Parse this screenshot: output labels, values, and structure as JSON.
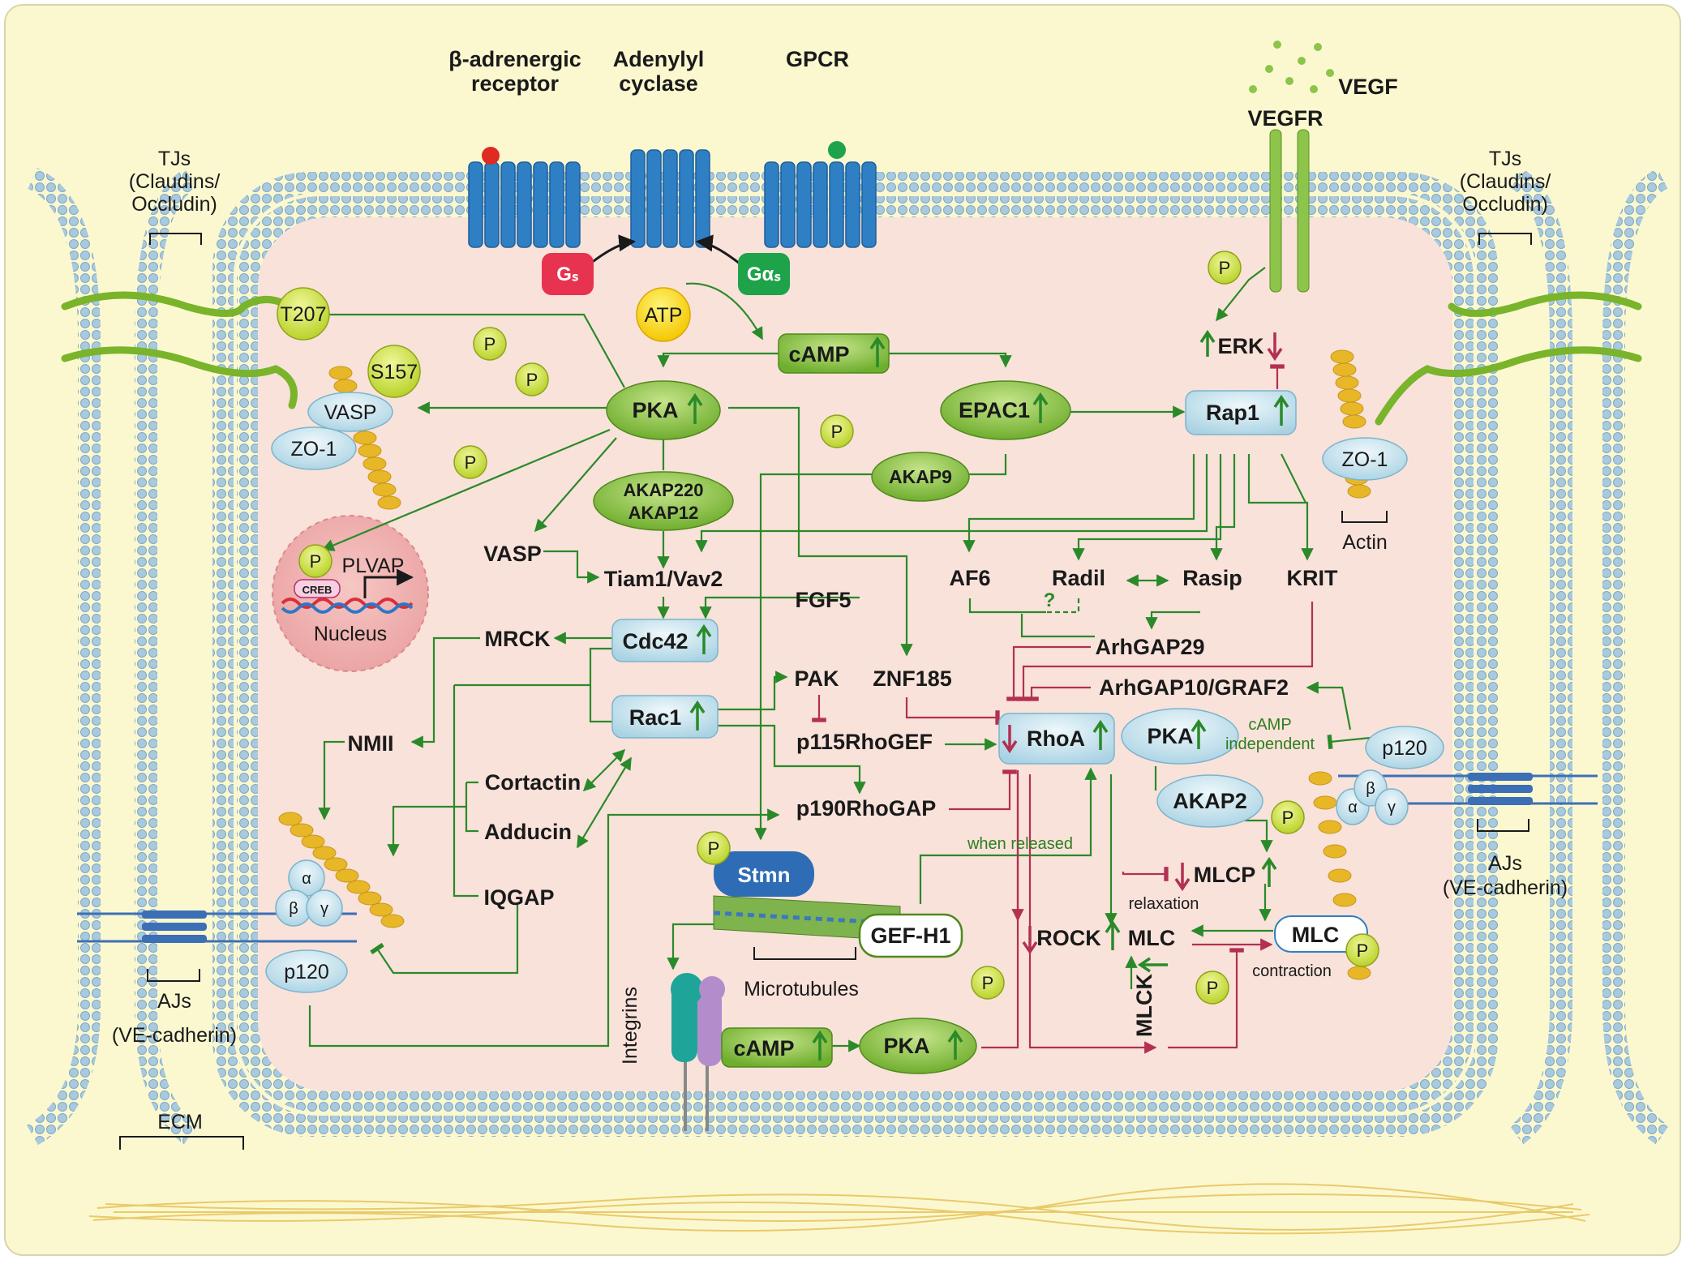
{
  "top_labels": {
    "beta_receptor_1": "β-adrenergic",
    "beta_receptor_2": "receptor",
    "adenylyl_1": "Adenylyl",
    "adenylyl_2": "cyclase",
    "gpcr": "GPCR",
    "vegf": "VEGF",
    "vegfr": "VEGFR"
  },
  "junction_labels": {
    "tjs_1": "TJs",
    "tjs_2": "(Claudins/",
    "tjs_3": "Occludin)",
    "ajs_1": "AJs",
    "ajs_2": "(VE-cadherin)",
    "ecm": "ECM",
    "actin": "Actin",
    "microtubules": "Microtubules",
    "integrins": "Integrins",
    "nucleus": "Nucleus"
  },
  "nodes": {
    "gs": "Gₛ",
    "gas": "Gαₛ",
    "atp": "ATP",
    "camp_top": "cAMP",
    "camp_bottom": "cAMP",
    "pka_main": "PKA",
    "pka_right": "PKA",
    "pka_bottom": "PKA",
    "epac1": "EPAC1",
    "rap1": "Rap1",
    "erk": "ERK",
    "akap9": "AKAP9",
    "akap220": "AKAP220",
    "akap12": "AKAP12",
    "akap2": "AKAP2",
    "t207": "T207",
    "s157": "S157",
    "vasp_top": "VASP",
    "zo1_left": "ZO-1",
    "zo1_right": "ZO-1",
    "plvap": "PLVAP",
    "creb": "CREB",
    "vasp": "VASP",
    "tiam1": "Tiam1/Vav2",
    "fgf5": "FGF5",
    "mrck": "MRCK",
    "cdc42": "Cdc42",
    "rac1": "Rac1",
    "pak": "PAK",
    "znf185": "ZNF185",
    "nmii": "NMII",
    "p115": "p115RhoGEF",
    "p190": "p190RhoGAP",
    "cortactin": "Cortactin",
    "adducin": "Adducin",
    "iqgap": "IQGAP",
    "af6": "AF6",
    "radil": "Radil",
    "rasip": "Rasip",
    "krit": "KRIT",
    "arhgap29": "ArhGAP29",
    "arhgap10": "ArhGAP10/GRAF2",
    "rhoa": "RhoA",
    "camp_indep_1": "cAMP",
    "camp_indep_2": "independent",
    "p120_right": "p120",
    "p120_left": "p120",
    "mlcp": "MLCP",
    "relaxation": "relaxation",
    "rock": "ROCK",
    "mlc": "MLC",
    "mlc_box": "MLC",
    "mlck": "MLCK",
    "contraction": "contraction",
    "when_released": "when released",
    "stmn": "Stmn",
    "gefh1": "GEF-H1",
    "p": "P",
    "question": "?",
    "alpha": "α",
    "beta": "β",
    "gamma": "γ"
  },
  "colors": {
    "background": "#fbf8d0",
    "cytoplasm": "#f9e2da",
    "membrane_head": "#9fc3da",
    "receptor_blue": "#2f7fc4",
    "green_node": "#8dc44a",
    "blue_node": "#cfe7f1",
    "up_arrow": "#2a8a2a",
    "down_arrow": "#b23052",
    "phospho": "#c8df3c"
  }
}
